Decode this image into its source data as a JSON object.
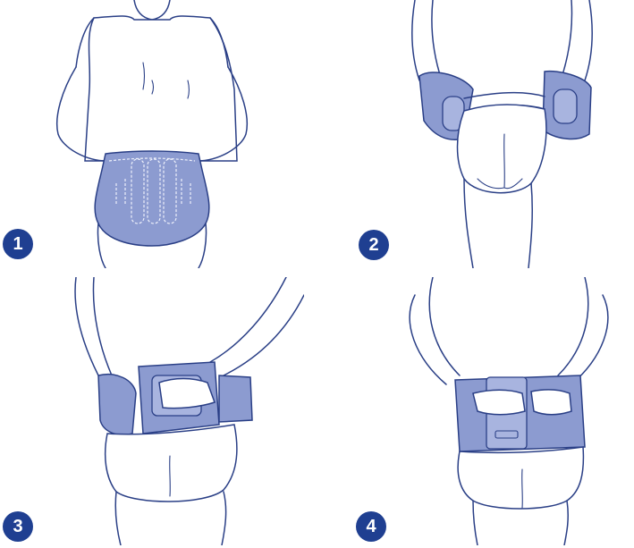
{
  "steps": [
    {
      "number": "1"
    },
    {
      "number": "2"
    },
    {
      "number": "3"
    },
    {
      "number": "4"
    }
  ],
  "colors": {
    "badge": "#1f3f91",
    "outline": "#2a3f86",
    "brace": "#8c9bd0"
  }
}
